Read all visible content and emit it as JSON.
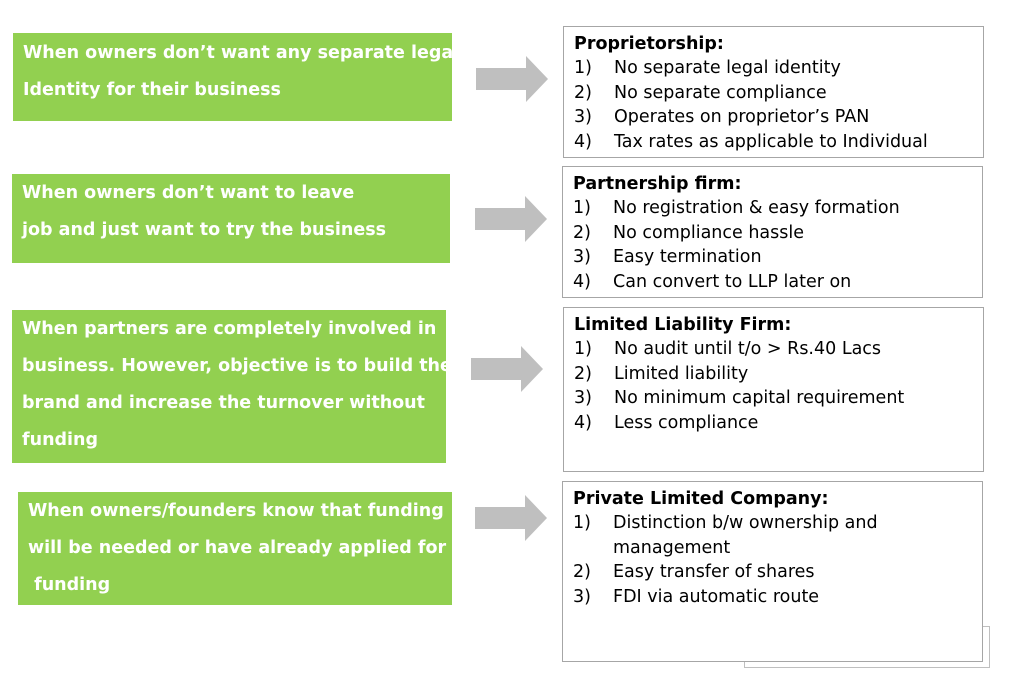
{
  "colors": {
    "condition_fill": "#92d050",
    "arrow_fill": "#bfbfbf",
    "box_border": "#a6a6a6"
  },
  "rows": [
    {
      "condition": [
        "When owners don’t want any separate legal",
        "Identity for their business"
      ],
      "entity": {
        "title": "Proprietorship:",
        "points": [
          {
            "num": "1)",
            "text": "No separate legal identity"
          },
          {
            "num": "2)",
            "text": "No separate compliance"
          },
          {
            "num": "3)",
            "text": "Operates on proprietor’s PAN"
          },
          {
            "num": "4)",
            "text": "Tax rates as applicable to Individual"
          }
        ]
      }
    },
    {
      "condition": [
        "When owners don’t want to leave",
        "job and just want to try the business"
      ],
      "entity": {
        "title": "Partnership firm:",
        "points": [
          {
            "num": "1)",
            "text": "No registration & easy formation"
          },
          {
            "num": "2)",
            "text": "No compliance hassle"
          },
          {
            "num": "3)",
            "text": "Easy termination"
          },
          {
            "num": "4)",
            "text": "Can convert to LLP later on"
          }
        ]
      }
    },
    {
      "condition": [
        "When partners are completely involved in",
        "business. However, objective is to build the",
        "brand and increase the turnover without",
        "funding"
      ],
      "entity": {
        "title": "Limited Liability Firm:",
        "points": [
          {
            "num": "1)",
            "text": "No audit until t/o > Rs.40 Lacs"
          },
          {
            "num": "2)",
            "text": "Limited liability"
          },
          {
            "num": "3)",
            "text": "No minimum capital requirement"
          },
          {
            "num": "4)",
            "text": "Less compliance"
          }
        ]
      }
    },
    {
      "condition": [
        "When owners/founders know that funding",
        "will be needed or have already applied for",
        " funding"
      ],
      "entity": {
        "title": "Private Limited Company:",
        "points": [
          {
            "num": "1)",
            "text": "Distinction b/w ownership and management"
          },
          {
            "num": "2)",
            "text": "Easy transfer of shares"
          },
          {
            "num": "3)",
            "text": "FDI via automatic route"
          }
        ]
      }
    }
  ]
}
